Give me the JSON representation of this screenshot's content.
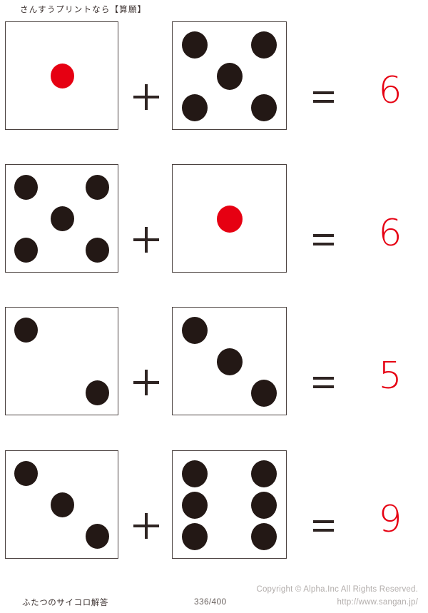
{
  "header": {
    "title": "さんすうプリントなら【算願】"
  },
  "colors": {
    "pip_black": "#231815",
    "pip_red": "#e60012",
    "box_border": "#4b4240",
    "answer_red": "#e60012",
    "operator": "#2e2422"
  },
  "worksheet": {
    "operator_plus": "+",
    "operator_equals": "=",
    "problems": [
      {
        "index": 1,
        "die_a": {
          "value": 1,
          "pip_color": "red"
        },
        "die_b": {
          "value": 5,
          "pip_color": "black"
        },
        "answer": "6"
      },
      {
        "index": 2,
        "die_a": {
          "value": 5,
          "pip_color": "black"
        },
        "die_b": {
          "value": 1,
          "pip_color": "red"
        },
        "answer": "6"
      },
      {
        "index": 3,
        "die_a": {
          "value": 2,
          "pip_color": "black"
        },
        "die_b": {
          "value": 3,
          "pip_color": "black"
        },
        "answer": "5"
      },
      {
        "index": 4,
        "die_a": {
          "value": 3,
          "pip_color": "black"
        },
        "die_b": {
          "value": 6,
          "pip_color": "black"
        },
        "answer": "9"
      }
    ]
  },
  "footer": {
    "label": "ふたつのサイコロ解答",
    "page": "336/400",
    "copyright": "Copyright ©  Alpha.Inc All Rights Reserved.",
    "url": "http://www.sangan.jp/"
  }
}
